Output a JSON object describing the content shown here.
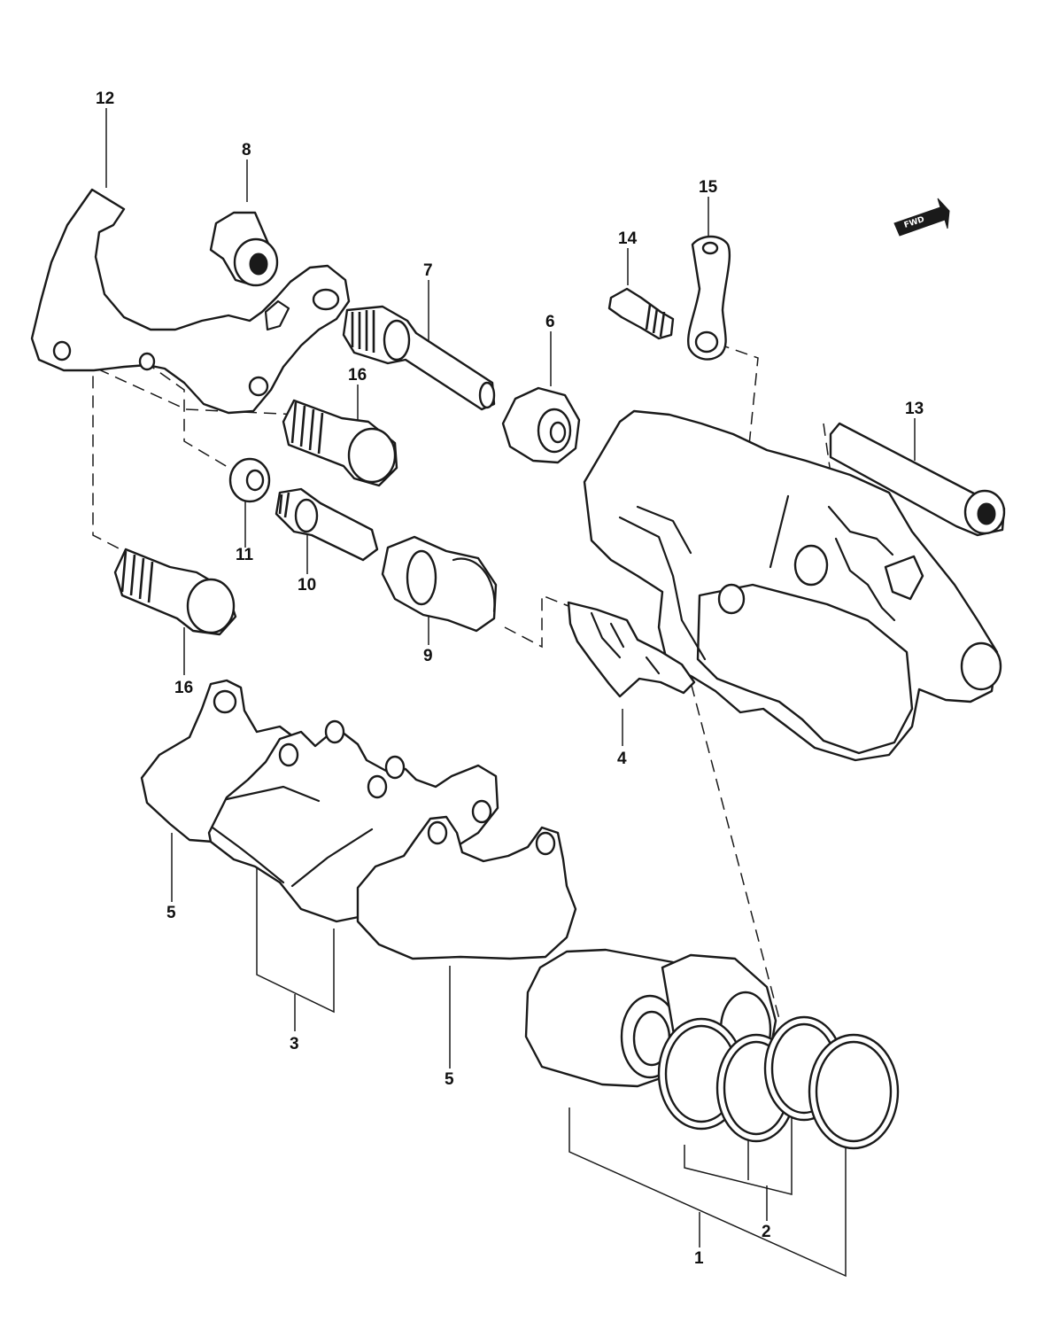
{
  "diagram": {
    "fwd_arrow_text": "FWD",
    "callouts": [
      {
        "id": "c12",
        "label": "12",
        "part": "caliper-bracket"
      },
      {
        "id": "c8",
        "label": "8",
        "part": "sleeve-bushing"
      },
      {
        "id": "c15",
        "label": "15",
        "part": "bleeder-cap"
      },
      {
        "id": "c14",
        "label": "14",
        "part": "bleeder-valve"
      },
      {
        "id": "c7",
        "label": "7",
        "part": "slide-pin"
      },
      {
        "id": "c6",
        "label": "6",
        "part": "pin-boot"
      },
      {
        "id": "c16a",
        "label": "16",
        "part": "mounting-bolt-upper"
      },
      {
        "id": "c13",
        "label": "13",
        "part": "pad-pin"
      },
      {
        "id": "c11",
        "label": "11",
        "part": "washer"
      },
      {
        "id": "c10",
        "label": "10",
        "part": "small-bolt"
      },
      {
        "id": "c16b",
        "label": "16",
        "part": "mounting-bolt-lower"
      },
      {
        "id": "c9",
        "label": "9",
        "part": "pin-boot-2"
      },
      {
        "id": "c4",
        "label": "4",
        "part": "pad-spring"
      },
      {
        "id": "c5a",
        "label": "5",
        "part": "pad-shim-left"
      },
      {
        "id": "c3",
        "label": "3",
        "part": "brake-pad-set"
      },
      {
        "id": "c5b",
        "label": "5",
        "part": "pad-shim-right"
      },
      {
        "id": "c2",
        "label": "2",
        "part": "seal-set"
      },
      {
        "id": "c1",
        "label": "1",
        "part": "piston-set"
      }
    ]
  }
}
